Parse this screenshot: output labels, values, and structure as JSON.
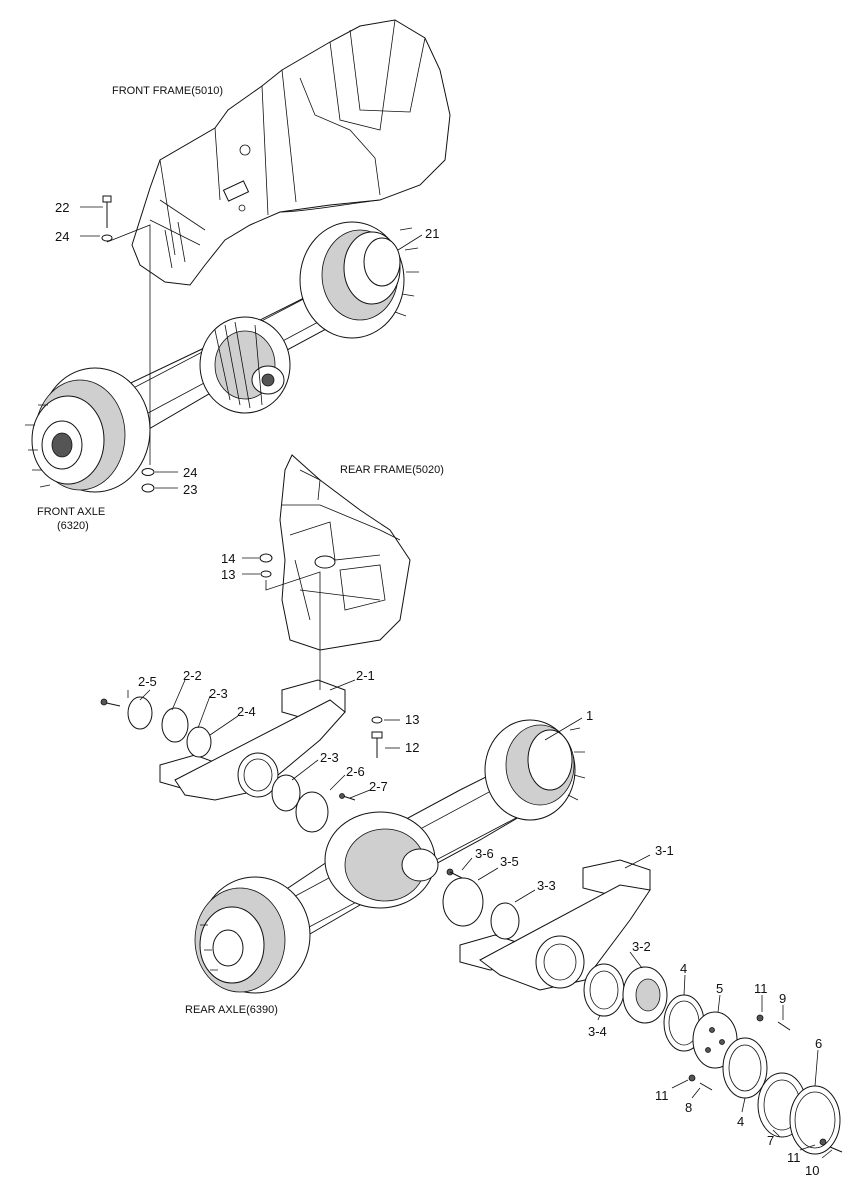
{
  "captions": {
    "front_frame": "FRONT FRAME(5010)",
    "rear_frame": "REAR FRAME(5020)",
    "front_axle_line1": "FRONT AXLE",
    "front_axle_line2": "(6320)",
    "rear_axle": "REAR AXLE(6390)"
  },
  "callouts": {
    "c22": "22",
    "c24a": "24",
    "c21": "21",
    "c24b": "24",
    "c23": "23",
    "c14": "14",
    "c13a": "13",
    "c2_5": "2-5",
    "c2_2": "2-2",
    "c2_3a": "2-3",
    "c2_4": "2-4",
    "c2_1": "2-1",
    "c13b": "13",
    "c12": "12",
    "c1": "1",
    "c2_3b": "2-3",
    "c2_6": "2-6",
    "c2_7": "2-7",
    "c3_6": "3-6",
    "c3_5": "3-5",
    "c3_1": "3-1",
    "c3_3": "3-3",
    "c3_2": "3-2",
    "c4a": "4",
    "c5": "5",
    "c11a": "11",
    "c9": "9",
    "c3_4": "3-4",
    "c6": "6",
    "c11b": "11",
    "c8": "8",
    "c4b": "4",
    "c7": "7",
    "c11c": "11",
    "c10": "10"
  }
}
